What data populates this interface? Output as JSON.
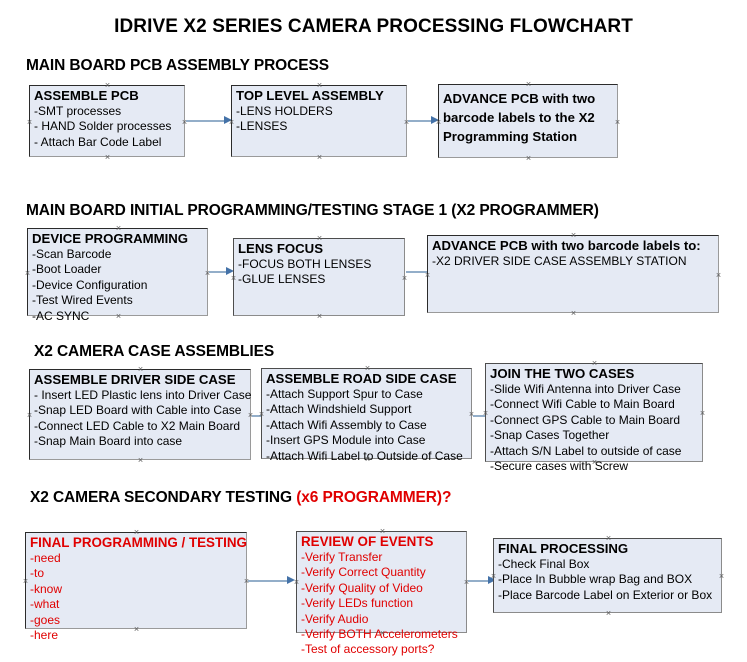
{
  "document": {
    "title": "IDRIVE X2  SERIES CAMERA PROCESSING FLOWCHART"
  },
  "colors": {
    "box_fill": "#e5eaf4",
    "box_border": "#2b2b2b",
    "arrow_shaft": "#93aec9",
    "arrow_head": "#4472a8",
    "accent_red": "#e00000",
    "text": "#000000",
    "page_background": "#ffffff"
  },
  "sections": [
    {
      "id": "pcb-assembly",
      "heading": "MAIN BOARD PCB ASSEMBLY PROCESS",
      "heading_accent": "",
      "boxes": [
        {
          "id": "assemble-pcb",
          "title": "ASSEMBLE PCB",
          "lines": [
            "-SMT processes",
            "- HAND Solder processes",
            "- Attach Bar Code Label"
          ]
        },
        {
          "id": "top-level-assembly",
          "title": "TOP LEVEL ASSEMBLY",
          "lines": [
            "-LENS HOLDERS",
            "-LENSES"
          ]
        },
        {
          "id": "advance-pcb-programming-station",
          "title": "ADVANCE PCB with two barcode labels to the  X2 Programming Station",
          "lines": []
        }
      ]
    },
    {
      "id": "initial-programming",
      "heading": "MAIN BOARD INITIAL PROGRAMMING/TESTING STAGE 1 (X2 PROGRAMMER)",
      "heading_accent": "",
      "boxes": [
        {
          "id": "device-programming",
          "title": "DEVICE PROGRAMMING",
          "lines": [
            "-Scan Barcode",
            "-Boot Loader",
            "-Device Configuration",
            "-Test Wired Events",
            "-AC SYNC"
          ]
        },
        {
          "id": "lens-focus",
          "title": "LENS FOCUS",
          "lines": [
            "-FOCUS BOTH LENSES",
            "-GLUE LENSES"
          ]
        },
        {
          "id": "advance-pcb-driver-side-case",
          "title": "ADVANCE PCB with two barcode labels to:",
          "lines": [
            "-X2 DRIVER  SIDE  CASE  ASSEMBLY STATION"
          ]
        }
      ]
    },
    {
      "id": "case-assemblies",
      "heading": "X2 CAMERA CASE ASSEMBLIES",
      "heading_accent": "",
      "boxes": [
        {
          "id": "assemble-driver-side-case",
          "title": "ASSEMBLE DRIVER SIDE CASE",
          "lines": [
            "- Insert LED Plastic lens into Driver Case",
            "-Snap LED Board with Cable into Case",
            "-Connect LED Cable to X2 Main Board",
            "-Snap Main Board into case"
          ]
        },
        {
          "id": "assemble-road-side-case",
          "title": "ASSEMBLE ROAD SIDE CASE",
          "lines": [
            "-Attach Support Spur to Case",
            "-Attach Windshield Support",
            "-Attach Wifi Assembly to Case",
            "-Insert GPS Module into Case",
            "-Attach Wifi Label to Outside of Case"
          ]
        },
        {
          "id": "join-the-two-cases",
          "title": "JOIN THE TWO CASES",
          "lines": [
            "-Slide Wifi Antenna into Driver Case",
            "-Connect Wifi Cable to Main Board",
            "-Connect GPS Cable to Main Board",
            "-Snap Cases Together",
            "-Attach S/N Label to outside of case",
            "-Secure cases with Screw"
          ]
        }
      ]
    },
    {
      "id": "secondary-testing",
      "heading": "X2 CAMERA SECONDARY TESTING ",
      "heading_accent": "(x6 PROGRAMMER)?",
      "boxes": [
        {
          "id": "final-programming-testing",
          "title": "FINAL PROGRAMMING / TESTING",
          "lines": [
            "-need",
            "-to",
            "-know",
            "-what",
            "-goes",
            "-here"
          ]
        },
        {
          "id": "review-of-events",
          "title": "REVIEW OF EVENTS",
          "lines": [
            "-Verify Transfer",
            "-Verify Correct Quantity",
            "-Verify Quality of Video",
            "-Verify LEDs function",
            "-Verify Audio",
            "-Verify BOTH Accelerometers"
          ],
          "overflow_line": "-Test of accessory ports?"
        },
        {
          "id": "final-processing",
          "title": "FINAL PROCESSING",
          "lines": [
            " -Check Final Box",
            "-Place In Bubble wrap Bag and BOX",
            "-Place Barcode Label on Exterior or Box"
          ]
        }
      ]
    }
  ]
}
